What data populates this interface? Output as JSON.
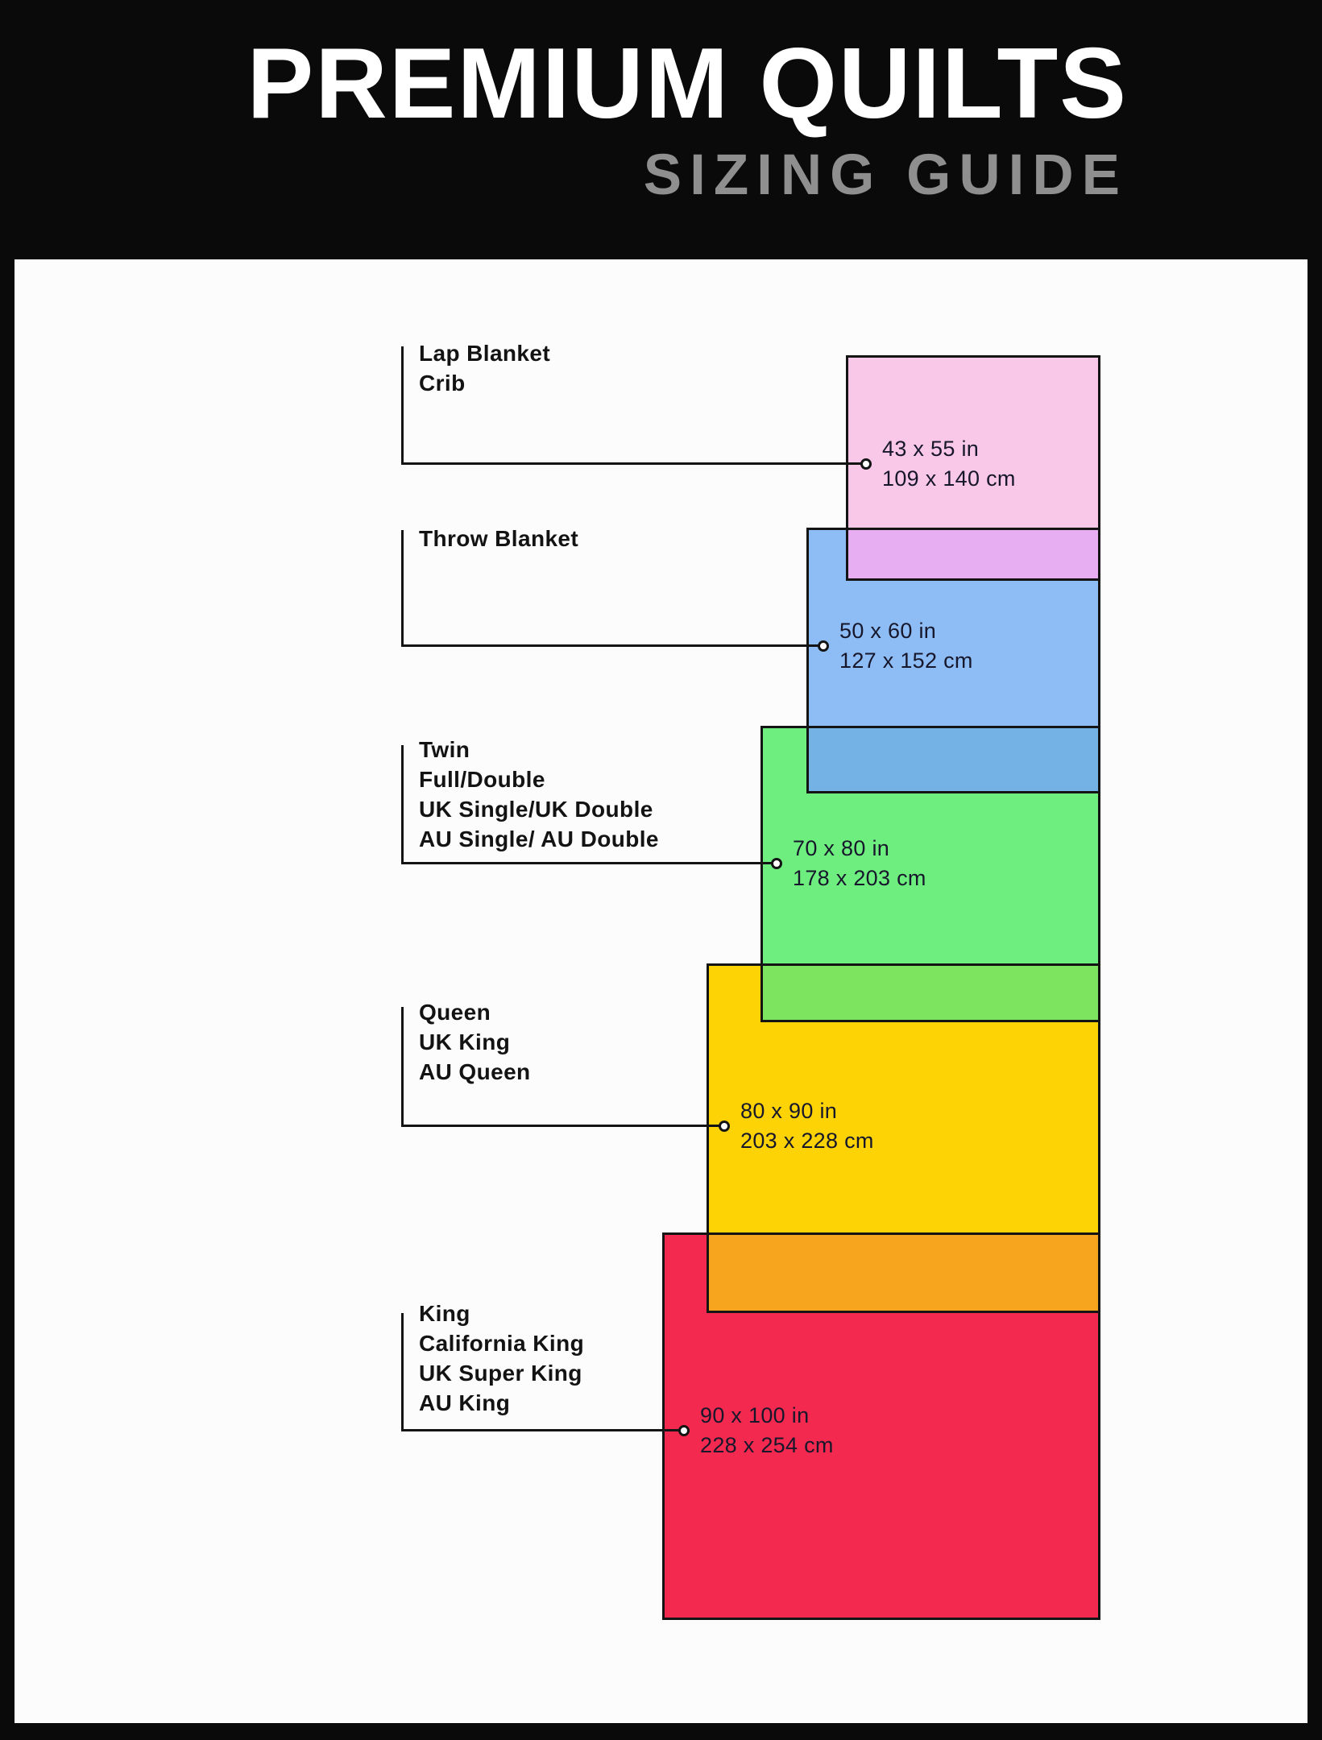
{
  "header": {
    "title": "PREMIUM QUILTS",
    "subtitle": "SIZING GUIDE"
  },
  "quilts": [
    {
      "names": [
        "Lap Blanket",
        "Crib"
      ],
      "size_in": "43 x 55 in",
      "size_cm": "109 x 140 cm",
      "fill": "#f9c8e9"
    },
    {
      "names": [
        "Throw Blanket"
      ],
      "size_in": "50 x 60 in",
      "size_cm": "127 x 152 cm",
      "fill": "#8ebcf4"
    },
    {
      "names": [
        "Twin",
        "Full/Double",
        "UK Single/UK Double",
        "AU Single/ AU Double"
      ],
      "size_in": "70 x 80 in",
      "size_cm": "178 x 203 cm",
      "fill": "#6fee80"
    },
    {
      "names": [
        "Queen",
        "UK King",
        "AU Queen"
      ],
      "size_in": "80 x 90 in",
      "size_cm": "203 x 228 cm",
      "fill": "#fdd306"
    },
    {
      "names": [
        "King",
        "California King",
        "UK Super King",
        "AU King"
      ],
      "size_in": "90 x 100 in",
      "size_cm": "228 x 254 cm",
      "fill": "#f4294f"
    }
  ],
  "overlap_colors": [
    "#e7aef2",
    "#74b2e6",
    "#7ce45f",
    "#f7a41e"
  ],
  "colors": {
    "frame": "#0a0a0a",
    "board": "#fcfcfc",
    "outline": "#141414",
    "title_text": "#ffffff",
    "subtitle_text": "#8f8f8f",
    "label_text": "#131313",
    "size_text": "#17172b"
  }
}
